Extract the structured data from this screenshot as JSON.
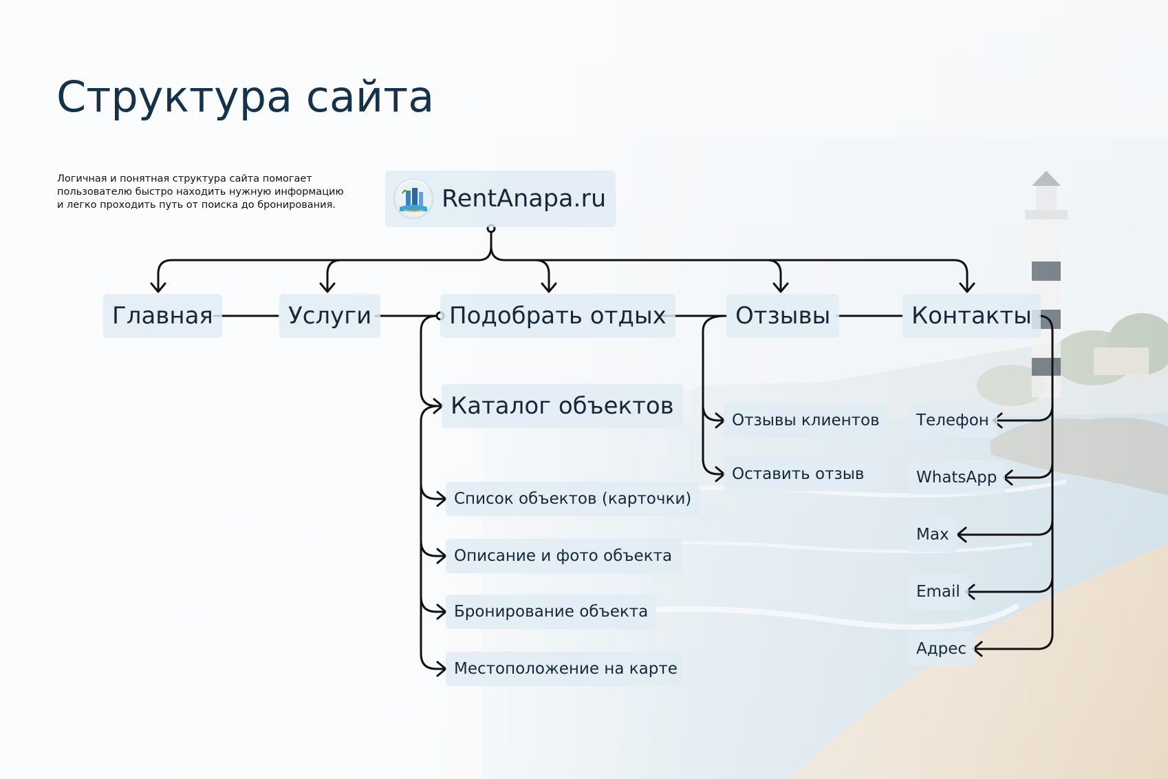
{
  "title": "Структура сайта",
  "intro": [
    "Логичная и понятная структура сайта помогает",
    "пользователю быстро находить нужную информацию",
    "и легко проходить путь от поиска до бронирования."
  ],
  "root": {
    "label": "RentAnapa.ru",
    "logo_icon": "rentanapa-logo-icon"
  },
  "sections": {
    "home": "Главная",
    "services": "Услуги",
    "choose": "Подобрать отдых",
    "reviews": "Отзывы",
    "contacts": "Контакты"
  },
  "catalog": {
    "label": "Каталог объектов",
    "items": [
      "Список объектов (карточки)",
      "Описание и фото объекта",
      "Бронирование объекта",
      "Местоположение на карте"
    ]
  },
  "reviews_items": [
    "Отзывы клиентов",
    "Оставить отзыв"
  ],
  "contacts_items": [
    "Телефон",
    "WhatsApp",
    "Max",
    "Email",
    "Адрес"
  ],
  "colors": {
    "title": "#15324a",
    "node_bg": "#e0ecf4",
    "line": "#111111"
  }
}
